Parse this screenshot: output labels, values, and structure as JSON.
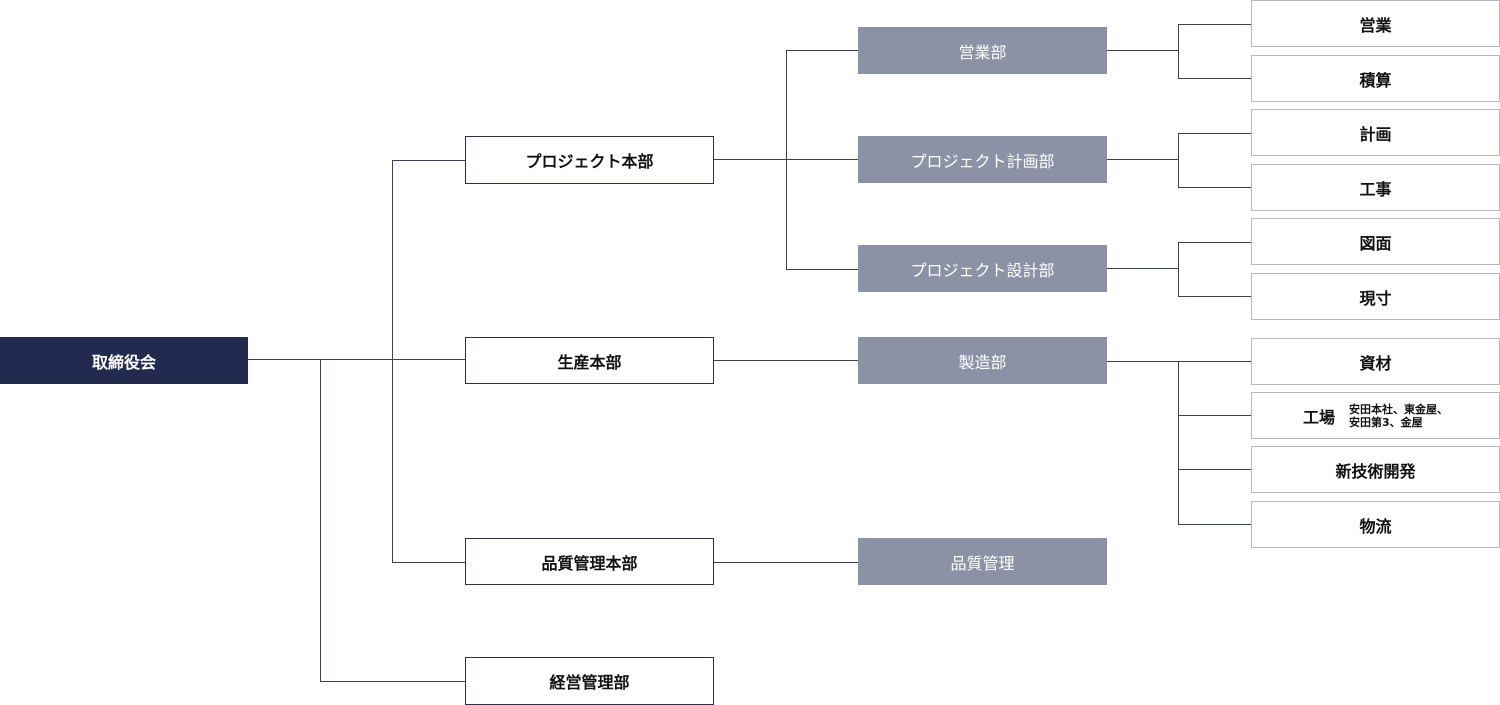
{
  "chart_data": {
    "type": "org-chart",
    "root": "取締役会",
    "divisions": [
      {
        "name": "プロジェクト本部",
        "departments": [
          {
            "name": "営業部",
            "sections": [
              "営業",
              "積算"
            ]
          },
          {
            "name": "プロジェクト計画部",
            "sections": [
              "計画",
              "工事"
            ]
          },
          {
            "name": "プロジェクト設計部",
            "sections": [
              "図面",
              "現寸"
            ]
          }
        ]
      },
      {
        "name": "生産本部",
        "departments": [
          {
            "name": "製造部",
            "sections": [
              "資材",
              "工場",
              "新技術開発",
              "物流"
            ]
          }
        ]
      },
      {
        "name": "品質管理本部",
        "departments": [
          {
            "name": "品質管理",
            "sections": []
          }
        ]
      },
      {
        "name": "経営管理部",
        "departments": []
      }
    ]
  },
  "org": {
    "root": "取締役会",
    "l2": [
      "プロジェクト本部",
      "生産本部",
      "品質管理本部",
      "経営管理部"
    ],
    "l3": [
      "営業部",
      "プロジェクト計画部",
      "プロジェクト設計部",
      "製造部",
      "品質管理"
    ],
    "l4": [
      "営業",
      "積算",
      "計画",
      "工事",
      "図面",
      "現寸",
      "資材",
      "工場",
      "新技術開発",
      "物流"
    ],
    "factory_note_1": "安田本社、東金屋、",
    "factory_note_2": "安田第3、金屋"
  },
  "colors": {
    "root": "#222b4f",
    "department": "#8c92a5",
    "line": "#3a3f5a"
  }
}
